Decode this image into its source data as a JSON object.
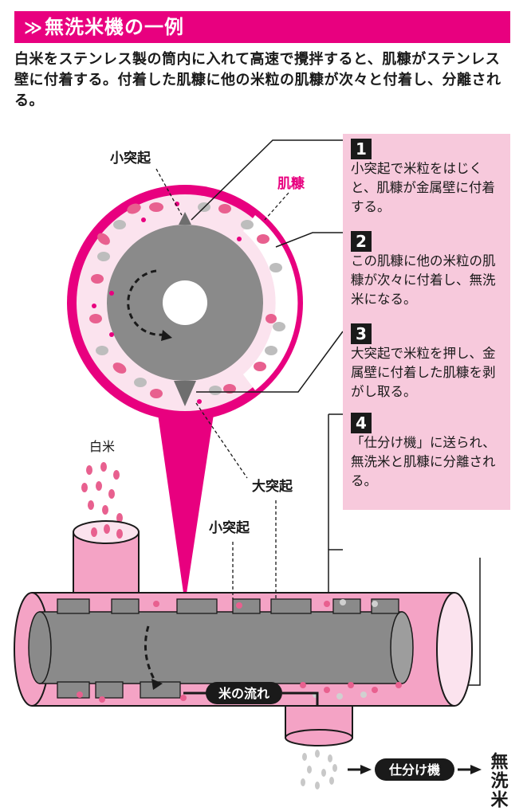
{
  "title": "無洗米機の一例",
  "title_chevron": "≫",
  "intro": "白米をステンレス製の筒内に入れて高速で攪拌すると、肌糠がステンレス壁に付着する。付着した肌糠に他の米粒の肌糠が次々と付着し、分離される。",
  "steps": [
    {
      "num": "1",
      "text": "小突起で米粒をはじくと、肌糠が金属壁に付着する。"
    },
    {
      "num": "2",
      "text": "この肌糠に他の米粒の肌糠が次々に付着し、無洗米になる。"
    },
    {
      "num": "3",
      "text": "大突起で米粒を押し、金属壁に付着した肌糠を剥がし取る。"
    },
    {
      "num": "4",
      "text": "「仕分け機」に送られ、無洗米と肌糠に分離される。"
    }
  ],
  "labels": {
    "small_protrusion_top": "小突起",
    "bran": "肌糠",
    "white_rice": "白米",
    "large_protrusion": "大突起",
    "small_protrusion_bottom": "小突起",
    "rice_flow": "米の流れ",
    "sorter": "仕分け機",
    "result": "無洗米"
  },
  "colors": {
    "accent": "#e8007f",
    "light_pink": "#f7c9dc",
    "gray": "#8c8c8c",
    "dark": "#1a1a1a"
  }
}
